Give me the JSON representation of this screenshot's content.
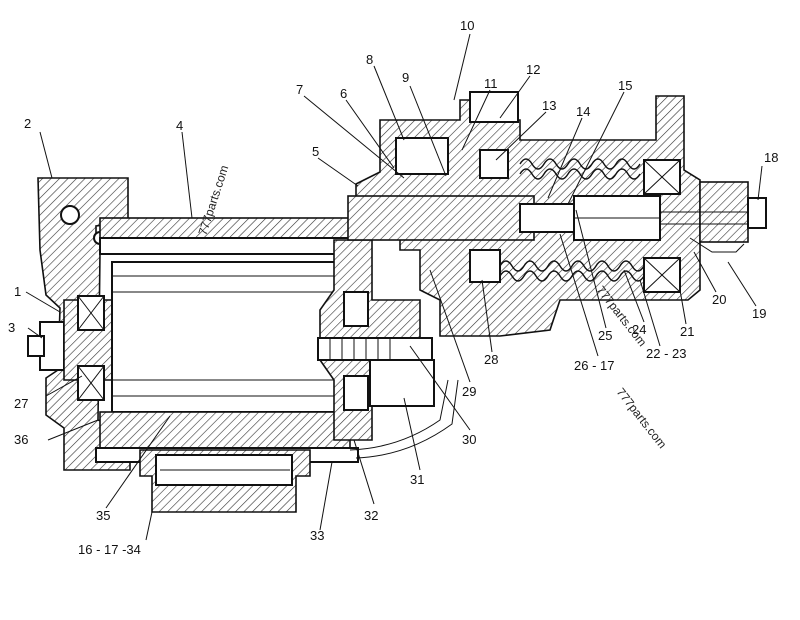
{
  "diagram": {
    "callouts": [
      {
        "id": "c1",
        "text": "1"
      },
      {
        "id": "c2",
        "text": "2"
      },
      {
        "id": "c3",
        "text": "3"
      },
      {
        "id": "c4",
        "text": "4"
      },
      {
        "id": "c5",
        "text": "5"
      },
      {
        "id": "c6",
        "text": "6"
      },
      {
        "id": "c7",
        "text": "7"
      },
      {
        "id": "c8",
        "text": "8"
      },
      {
        "id": "c9",
        "text": "9"
      },
      {
        "id": "c10",
        "text": "10"
      },
      {
        "id": "c11",
        "text": "11"
      },
      {
        "id": "c12",
        "text": "12"
      },
      {
        "id": "c13",
        "text": "13"
      },
      {
        "id": "c14",
        "text": "14"
      },
      {
        "id": "c15",
        "text": "15"
      },
      {
        "id": "c16",
        "text": "16 - 17 -34"
      },
      {
        "id": "c18",
        "text": "18"
      },
      {
        "id": "c19",
        "text": "19"
      },
      {
        "id": "c20",
        "text": "20"
      },
      {
        "id": "c21",
        "text": "21"
      },
      {
        "id": "c22",
        "text": "22 - 23"
      },
      {
        "id": "c24",
        "text": "24"
      },
      {
        "id": "c25",
        "text": "25"
      },
      {
        "id": "c26",
        "text": "26 - 17"
      },
      {
        "id": "c27",
        "text": "27"
      },
      {
        "id": "c28",
        "text": "28"
      },
      {
        "id": "c29",
        "text": "29"
      },
      {
        "id": "c30",
        "text": "30"
      },
      {
        "id": "c31",
        "text": "31"
      },
      {
        "id": "c32",
        "text": "32"
      },
      {
        "id": "c33",
        "text": "33"
      },
      {
        "id": "c35",
        "text": "35"
      },
      {
        "id": "c36",
        "text": "36"
      }
    ],
    "watermarks": [
      {
        "id": "w1",
        "text": "777parts.com"
      },
      {
        "id": "w2",
        "text": "777parts.com"
      },
      {
        "id": "w3",
        "text": "777parts.com"
      }
    ]
  }
}
